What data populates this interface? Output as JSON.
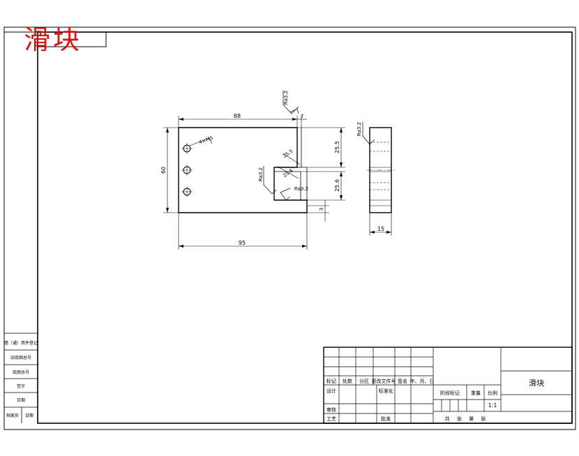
{
  "watermark": "滑块",
  "part_name": "滑块",
  "dimensions": {
    "top_length": "88",
    "bottom_length": "95",
    "height": "60",
    "right_upper": "25.5",
    "right_lower": "25.6",
    "small_gap": "3",
    "side_width": "15",
    "top_gap": "7",
    "hole_note": "4×M5",
    "inner_a": "25.5",
    "inner_b": "25.6"
  },
  "roughness": {
    "r1": "Ra3.2",
    "r2": "Ra3.2",
    "r3": "Ra3.2",
    "r4": "Ra3.2"
  },
  "left_strip": {
    "cell1": "借（通）用件登记",
    "cell2": "旧底图总号",
    "cell3": "底图总号",
    "cell4": "签字",
    "cell5": "日期",
    "cell6a": "档案员",
    "cell6b": "日期"
  },
  "title_block": {
    "mark": "标记",
    "qty": "处数",
    "zone": "分区",
    "doc": "更改文件号",
    "sign": "签名",
    "date": "年、月、日",
    "design": "设计",
    "std": "标准化",
    "review": "审核",
    "process": "工艺",
    "approve": "批准",
    "stage": "阶段标记",
    "weight": "重量",
    "scale_label": "比例",
    "scale": "1:1",
    "sheets": "共 张 第 张"
  }
}
